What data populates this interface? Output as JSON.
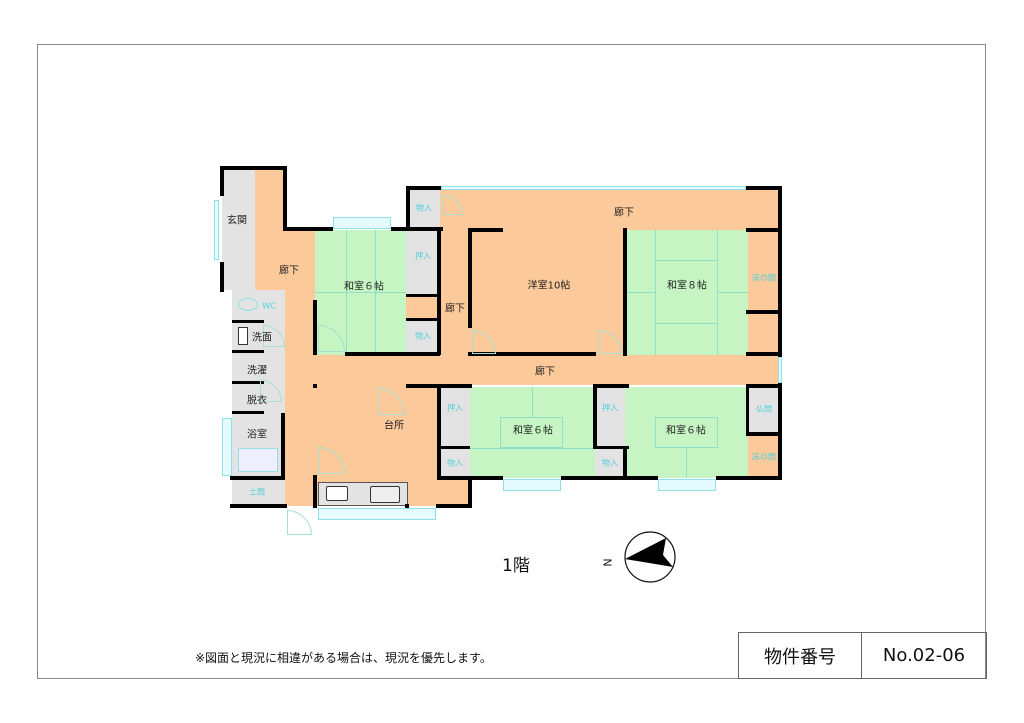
{
  "floor_label": "1階",
  "compass": {
    "north_label": "N",
    "icon": "compass-north-arrow"
  },
  "rooms": {
    "genkan": "玄関",
    "rouka_left": "廊下",
    "washitsu6_nw": "和室６帖",
    "rouka_center": "廊下",
    "rouka_top": "廊下",
    "youshitsu10": "洋室10帖",
    "washitsu8": "和室８帖",
    "tokonoma_top": "床の間",
    "rouka_mid": "廊下",
    "wc": "WC",
    "senmen": "洗面",
    "sentaku": "洗濯",
    "datsui": "脱衣",
    "yokushitsu": "浴室",
    "doma": "土間",
    "daidokoro": "台所",
    "washitsu6_s1": "和室６帖",
    "washitsu6_s2": "和室６帖",
    "butsuma": "仏間",
    "tokonoma_bottom": "床の間"
  },
  "storage": {
    "mono_top": "物入",
    "oshi_nw": "押入",
    "mono_nw": "物入",
    "oshi_s1": "押入",
    "mono_s1": "物入",
    "oshi_s2": "押入",
    "mono_s2": "物入"
  },
  "footer": {
    "note": "※図面と現況に相違がある場合は、現況を優先します。",
    "property_label": "物件番号",
    "property_number": "No.02-06"
  },
  "colors": {
    "corridor": "#fbc99a",
    "tatami": "#c6f5c3",
    "utility": "#e3e3e3",
    "wall": "#000000",
    "window": "#8fe0e8"
  }
}
